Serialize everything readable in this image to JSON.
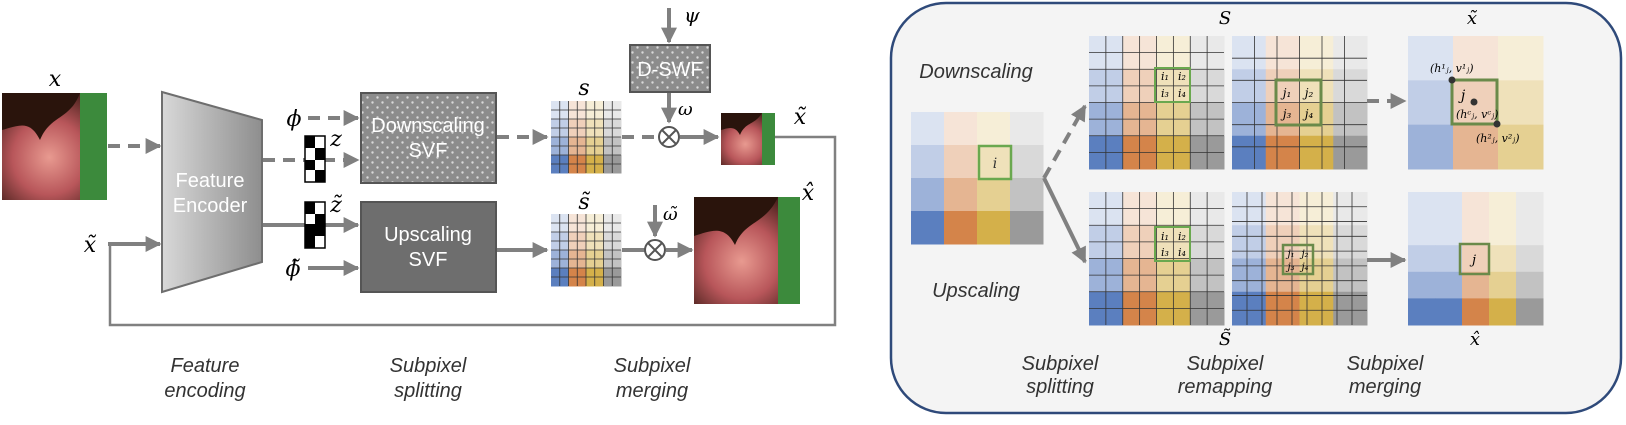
{
  "left": {
    "symbols": {
      "x": "x",
      "x_tilde_in": "x̃",
      "phi": "ϕ",
      "phi_tilde": "ϕ̃",
      "z": "z",
      "z_tilde": "z̃",
      "psi": "ψ",
      "omega": "ω",
      "omega_tilde": "ω̃",
      "s": "s",
      "s_tilde": "s̃",
      "x_tilde_out": "x̃",
      "x_hat": "x̂"
    },
    "encoder": {
      "line1": "Feature",
      "line2": "Encoder"
    },
    "downscaling_svf": {
      "line1": "Downscaling",
      "line2": "SVF"
    },
    "upscaling_svf": {
      "line1": "Upscaling",
      "line2": "SVF"
    },
    "dswf": "D-SWF",
    "captions": [
      {
        "line1": "Feature",
        "line2": "encoding"
      },
      {
        "line1": "Subpixel",
        "line2": "splitting"
      },
      {
        "line1": "Subpixel",
        "line2": "merging"
      }
    ]
  },
  "right": {
    "downscaling_label": "Downscaling",
    "upscaling_label": "Upscaling",
    "s_label": "S",
    "s_tilde_label": "S̃",
    "x_tilde_label": "x̃",
    "x_hat_label": "x̂",
    "pixel_i": "i",
    "sub_i": [
      "i₁",
      "i₂",
      "i₃",
      "i₄"
    ],
    "sub_j": [
      "j₁",
      "j₂",
      "j₃",
      "j₄"
    ],
    "pixel_j": "j",
    "pt1": "(h¹ⱼ, v¹ⱼ)",
    "ptc": "(hᶜⱼ, vᶜⱼ)",
    "pt2": "(h²ⱼ, v²ⱼ)",
    "captions": [
      {
        "line1": "Subpixel",
        "line2": "splitting"
      },
      {
        "line1": "Subpixel",
        "line2": "remapping"
      },
      {
        "line1": "Subpixel",
        "line2": "merging"
      }
    ]
  },
  "colors": {
    "arrow": "#808080",
    "dark_box": "#6e6e6e",
    "panel_border": "#2f4a7a",
    "highlight": "#5a9a3a",
    "palette": [
      "#5b7fbf",
      "#d4844a",
      "#d4b04a",
      "#9a9a9a"
    ]
  }
}
